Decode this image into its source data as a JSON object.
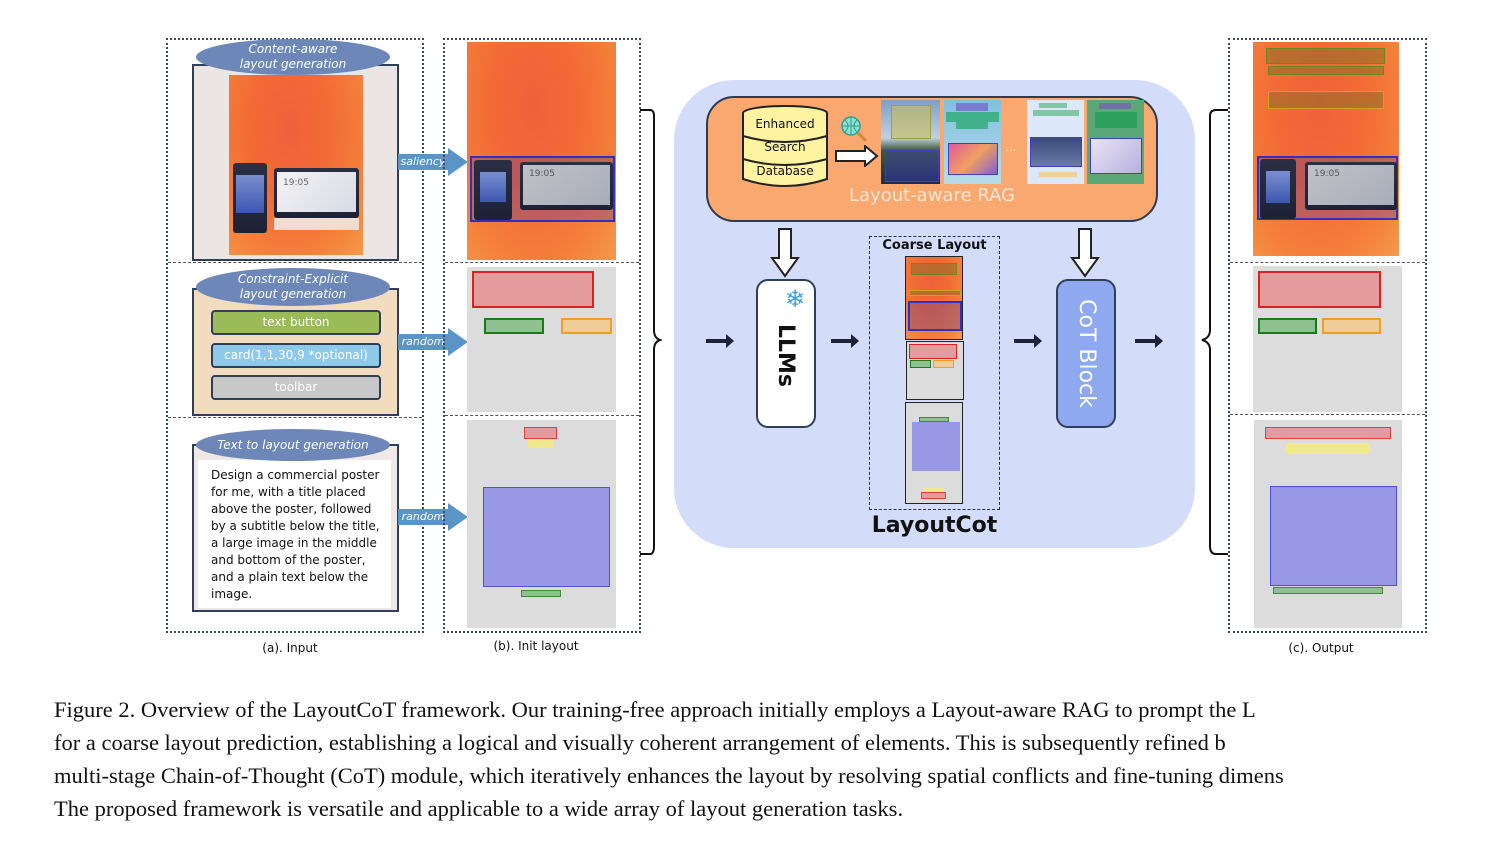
{
  "input_panel": {
    "label": "(a). Input",
    "tasks": [
      {
        "title_line1": "Content-aware",
        "title_line2": "layout generation",
        "arrow_label": "saliency"
      },
      {
        "title_line1": "Constraint-Explicit",
        "title_line2": "layout generation",
        "arrow_label": "random",
        "elements": [
          "text button",
          "card(1,1,30,9 *optional)",
          "toolbar"
        ]
      },
      {
        "title_line1": "Text to layout generation",
        "arrow_label": "random",
        "prompt": "Design a commercial poster for me, with a title placed above the poster, followed by a subtitle below the title, a large image in the middle and bottom of the poster, and a plain text below the image."
      }
    ],
    "device_time": "19:05"
  },
  "init_panel": {
    "label": "(b). Init layout",
    "device_time": "19:05"
  },
  "output_panel": {
    "label": "(c). Output",
    "device_time": "19:05"
  },
  "framework": {
    "title": "LayoutCot",
    "rag": {
      "label": "Layout-aware RAG",
      "database_lines": [
        "Enhanced",
        "Search",
        "Database"
      ],
      "ellipsis": "...",
      "search_icon": "globe-search-icon"
    },
    "llm_label": "LLMs",
    "llm_icon": "snowflake-icon",
    "coarse_layout_label": "Coarse Layout",
    "cot_label": "CoT Block"
  },
  "caption": {
    "lines": [
      "Figure 2. Overview of the LayoutCoT framework. Our training-free approach initially employs a Layout-aware RAG to prompt the L",
      "for a coarse layout prediction, establishing a logical and visually coherent arrangement of elements. This is subsequently refined b",
      "multi-stage Chain-of-Thought (CoT) module, which iteratively enhances the layout by resolving spatial conflicts and fine-tuning dimens",
      "The proposed framework is versatile and applicable to a wide array of layout generation tasks."
    ]
  },
  "colors": {
    "pill": "#6d87b8",
    "rag": "#f9a870",
    "framework_bg": "#d3dcf8",
    "cot_block": "#8fa9f0",
    "text_button": "#9bbb59",
    "card": "#8ec9ea",
    "toolbar": "#c8c8c8"
  }
}
